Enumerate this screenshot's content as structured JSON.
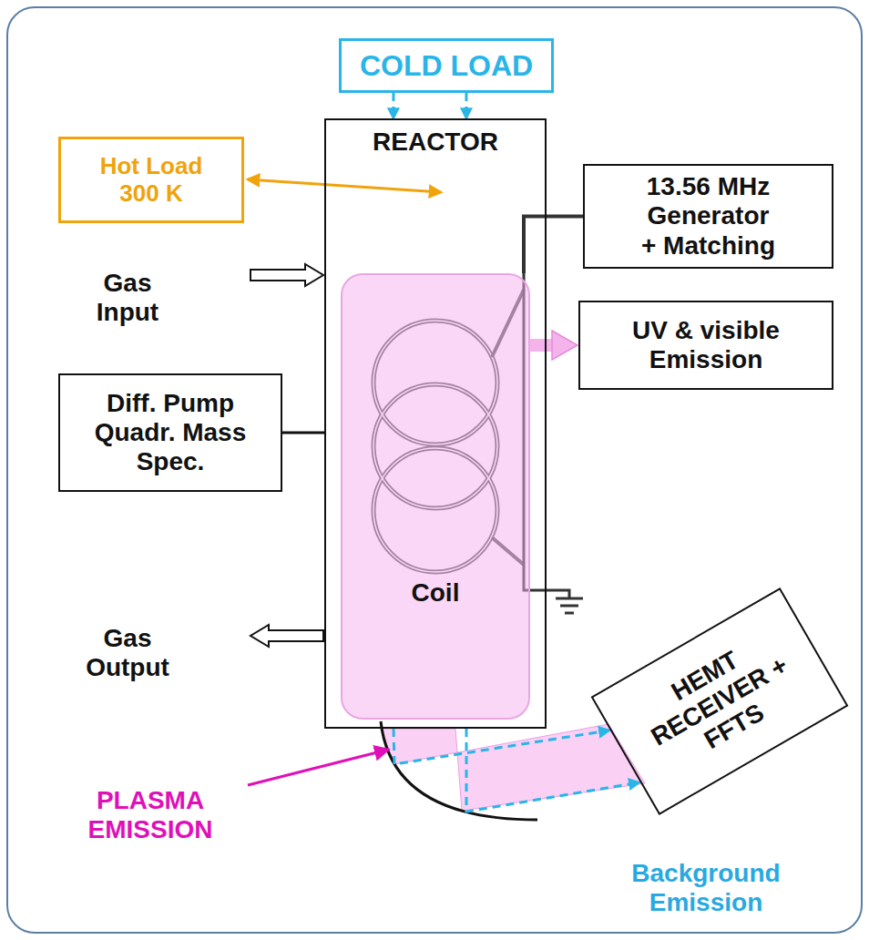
{
  "diagram": {
    "nodes": [
      {
        "text": [
          "COLD LOAD"
        ]
      },
      {
        "text": [
          "Hot Load 300 K"
        ]
      },
      {
        "text": [
          "REACTOR"
        ]
      },
      {
        "text": [
          "Coil"
        ],
        "in": 2
      },
      {
        "text": [
          "13.56 MHz Generator + Matching"
        ]
      },
      {
        "text": [
          "UV & visible Emission"
        ]
      },
      {
        "text": [
          "Diff. Pump Quadr. Mass Spec."
        ]
      },
      {
        "text": [
          "HEMT RECEIVER + FFTS"
        ]
      }
    ],
    "edges": [
      {
        "from": 0,
        "to": 2,
        "arrow": "to"
      },
      {
        "from": 0,
        "to": 2,
        "arrow": "to"
      },
      {
        "from": 4,
        "to": 3,
        "arrow": "none"
      },
      {
        "from": 3,
        "to": 5,
        "arrow": "to"
      },
      {
        "from": 6,
        "to": 2,
        "arrow": "none"
      },
      {
        "from": 2,
        "to": 7,
        "arrow": "to"
      },
      {
        "from": 2,
        "to": 7,
        "arrow": "to"
      }
    ],
    "labels": [
      "Gas Input",
      "Gas Output",
      "PLASMA EMISSION",
      "Background Emission"
    ]
  }
}
